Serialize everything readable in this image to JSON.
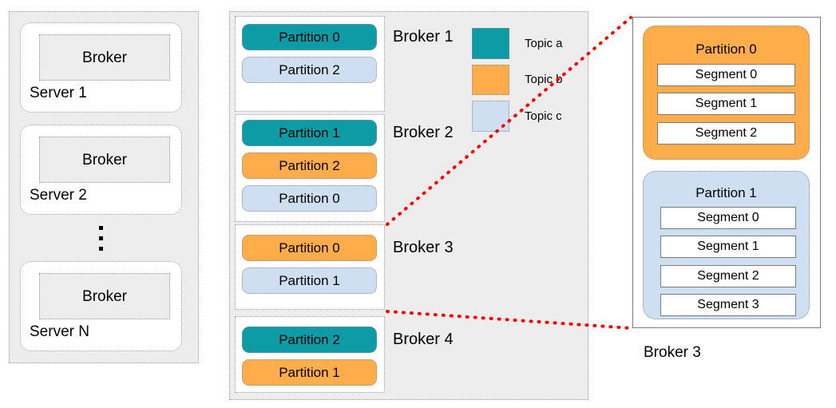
{
  "diagram": {
    "cluster": {
      "servers": [
        {
          "server_label": "Server 1",
          "broker_label": "Broker"
        },
        {
          "server_label": "Server 2",
          "broker_label": "Broker"
        },
        {
          "server_label": "Server N",
          "broker_label": "Broker"
        }
      ],
      "ellipsis": "vertical-dots"
    },
    "brokers": [
      {
        "name": "Broker 1",
        "partitions": [
          {
            "label": "Partition 0",
            "topic": "a",
            "color": "#0D9BA6"
          },
          {
            "label": "Partition 2",
            "topic": "c",
            "color": "#CDDFF1"
          }
        ]
      },
      {
        "name": "Broker 2",
        "partitions": [
          {
            "label": "Partition 1",
            "topic": "a",
            "color": "#0D9BA6"
          },
          {
            "label": "Partition 2",
            "topic": "b",
            "color": "#FFAD4A"
          },
          {
            "label": "Partition 0",
            "topic": "c",
            "color": "#CDDFF1"
          }
        ]
      },
      {
        "name": "Broker 3",
        "partitions": [
          {
            "label": "Partition 0",
            "topic": "b",
            "color": "#FFAD4A"
          },
          {
            "label": "Partition 1",
            "topic": "c",
            "color": "#CDDFF1"
          }
        ]
      },
      {
        "name": "Broker 4",
        "partitions": [
          {
            "label": "Partition 2",
            "topic": "a",
            "color": "#0D9BA6"
          },
          {
            "label": "Partition 1",
            "topic": "b",
            "color": "#FFAD4A"
          }
        ]
      }
    ],
    "legend": [
      {
        "label": "Topic a",
        "color": "#0D9BA6"
      },
      {
        "label": "Topic b",
        "color": "#FFAD4A"
      },
      {
        "label": "Topic c",
        "color": "#CDDFF1"
      }
    ],
    "detail": {
      "caption": "Broker 3",
      "partitions": [
        {
          "title": "Partition 0",
          "color": "#FFAD4A",
          "segments": [
            "Segment 0",
            "Segment 1",
            "Segment 2"
          ]
        },
        {
          "title": "Partition 1",
          "color": "#CDDFF1",
          "segments": [
            "Segment 0",
            "Segment 1",
            "Segment 2",
            "Segment 3"
          ]
        }
      ]
    },
    "connector_color": "#FF0000"
  }
}
